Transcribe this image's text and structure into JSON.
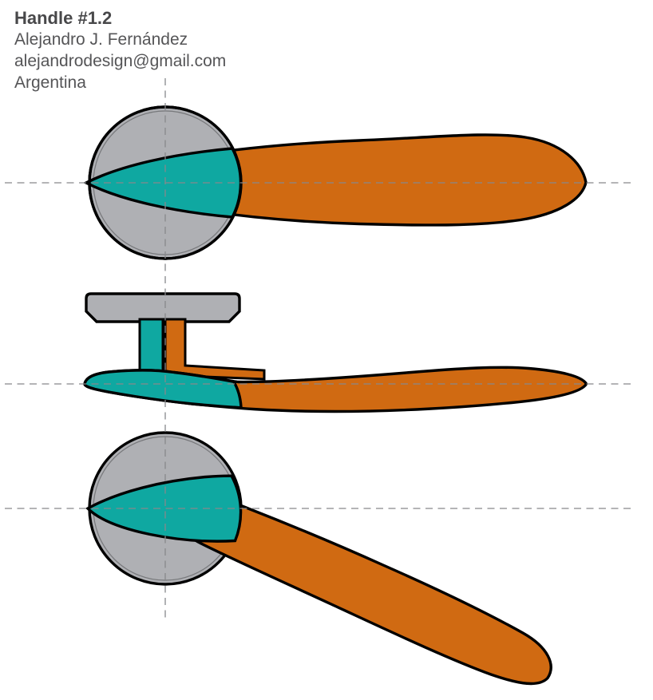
{
  "credit": {
    "title": "Handle #1.2",
    "author": "Alejandro J. Fernández",
    "email": "alejandrodesign@gmail.com",
    "country": "Argentina"
  },
  "colors": {
    "teal": "#0FA8A1",
    "orange": "#D06A12",
    "gray": "#AFB0B4",
    "outline": "#000000",
    "inner_ring": "#77787B",
    "centerline": "#87888B",
    "text_title": "#48484A",
    "text_body": "#555557",
    "background": "#FFFFFF"
  }
}
